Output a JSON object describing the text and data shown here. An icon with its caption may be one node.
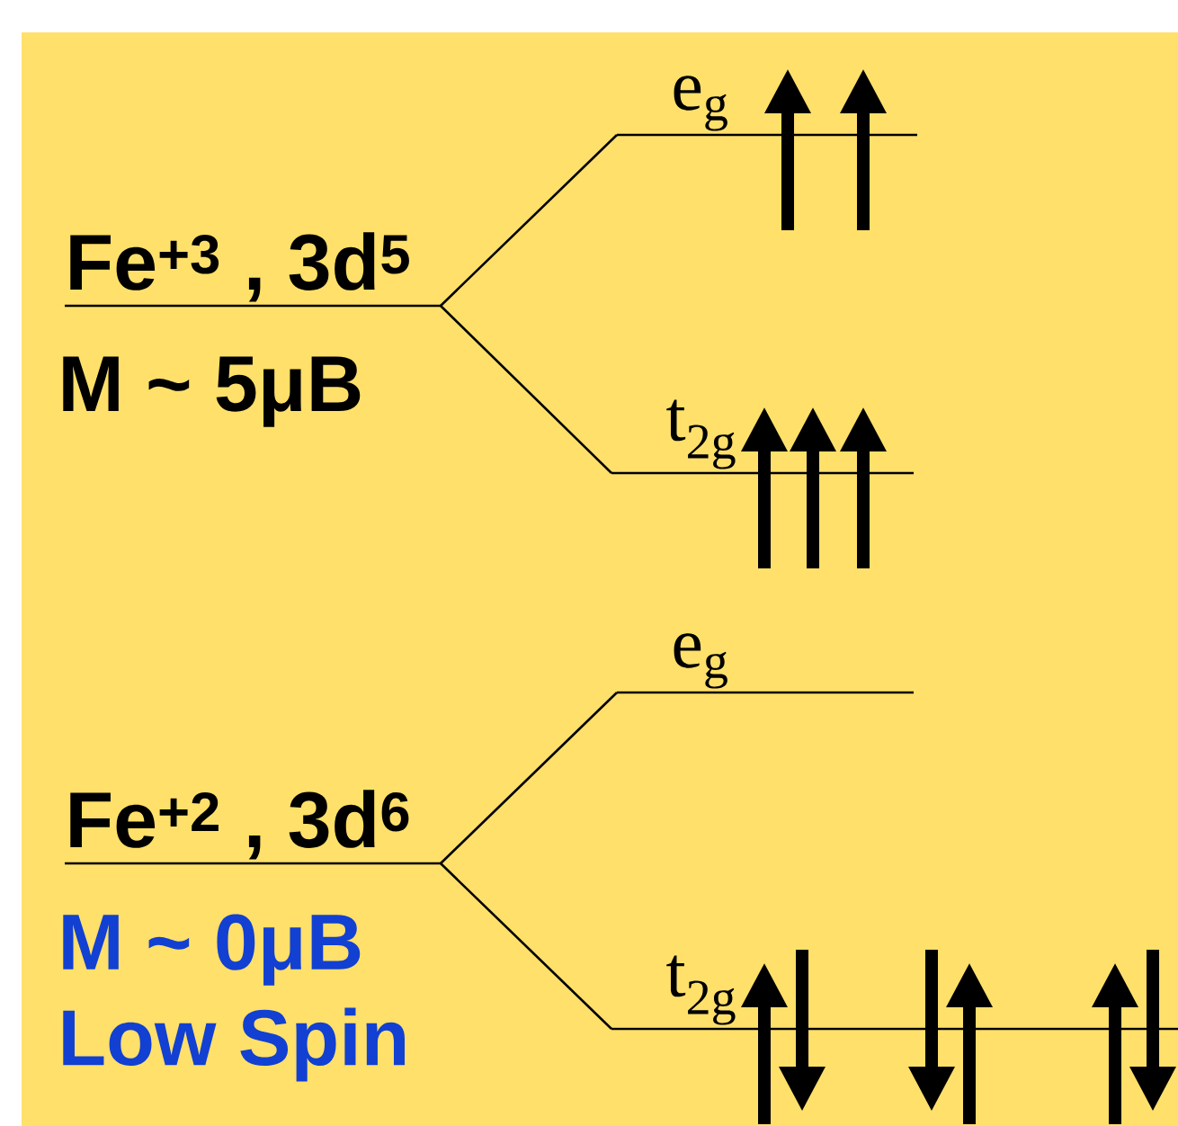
{
  "diagram": {
    "nodes": [
      {
        "text": [
          "Fe$^{+3}$ , 3d$^{5}$"
        ],
        "beside": [
          "M ~ 5μB"
        ]
      },
      {
        "text": [
          "e$_{g}$"
        ]
      },
      {
        "text": [
          "t$_{2g}$"
        ]
      },
      {
        "text": [
          "Fe$^{+2}$ , 3d$^{6}$"
        ],
        "beside": [
          "M ~ 0μB",
          "Low Spin"
        ]
      },
      {
        "text": [
          "e$_{g}$"
        ]
      },
      {
        "text": [
          "t$_{2g}$"
        ]
      }
    ],
    "edges": [
      {
        "from": 0,
        "to": 1,
        "arrow": "none"
      },
      {
        "from": 0,
        "to": 2,
        "arrow": "none"
      },
      {
        "from": 3,
        "to": 4,
        "arrow": "none"
      },
      {
        "from": 3,
        "to": 5,
        "arrow": "none"
      }
    ]
  }
}
